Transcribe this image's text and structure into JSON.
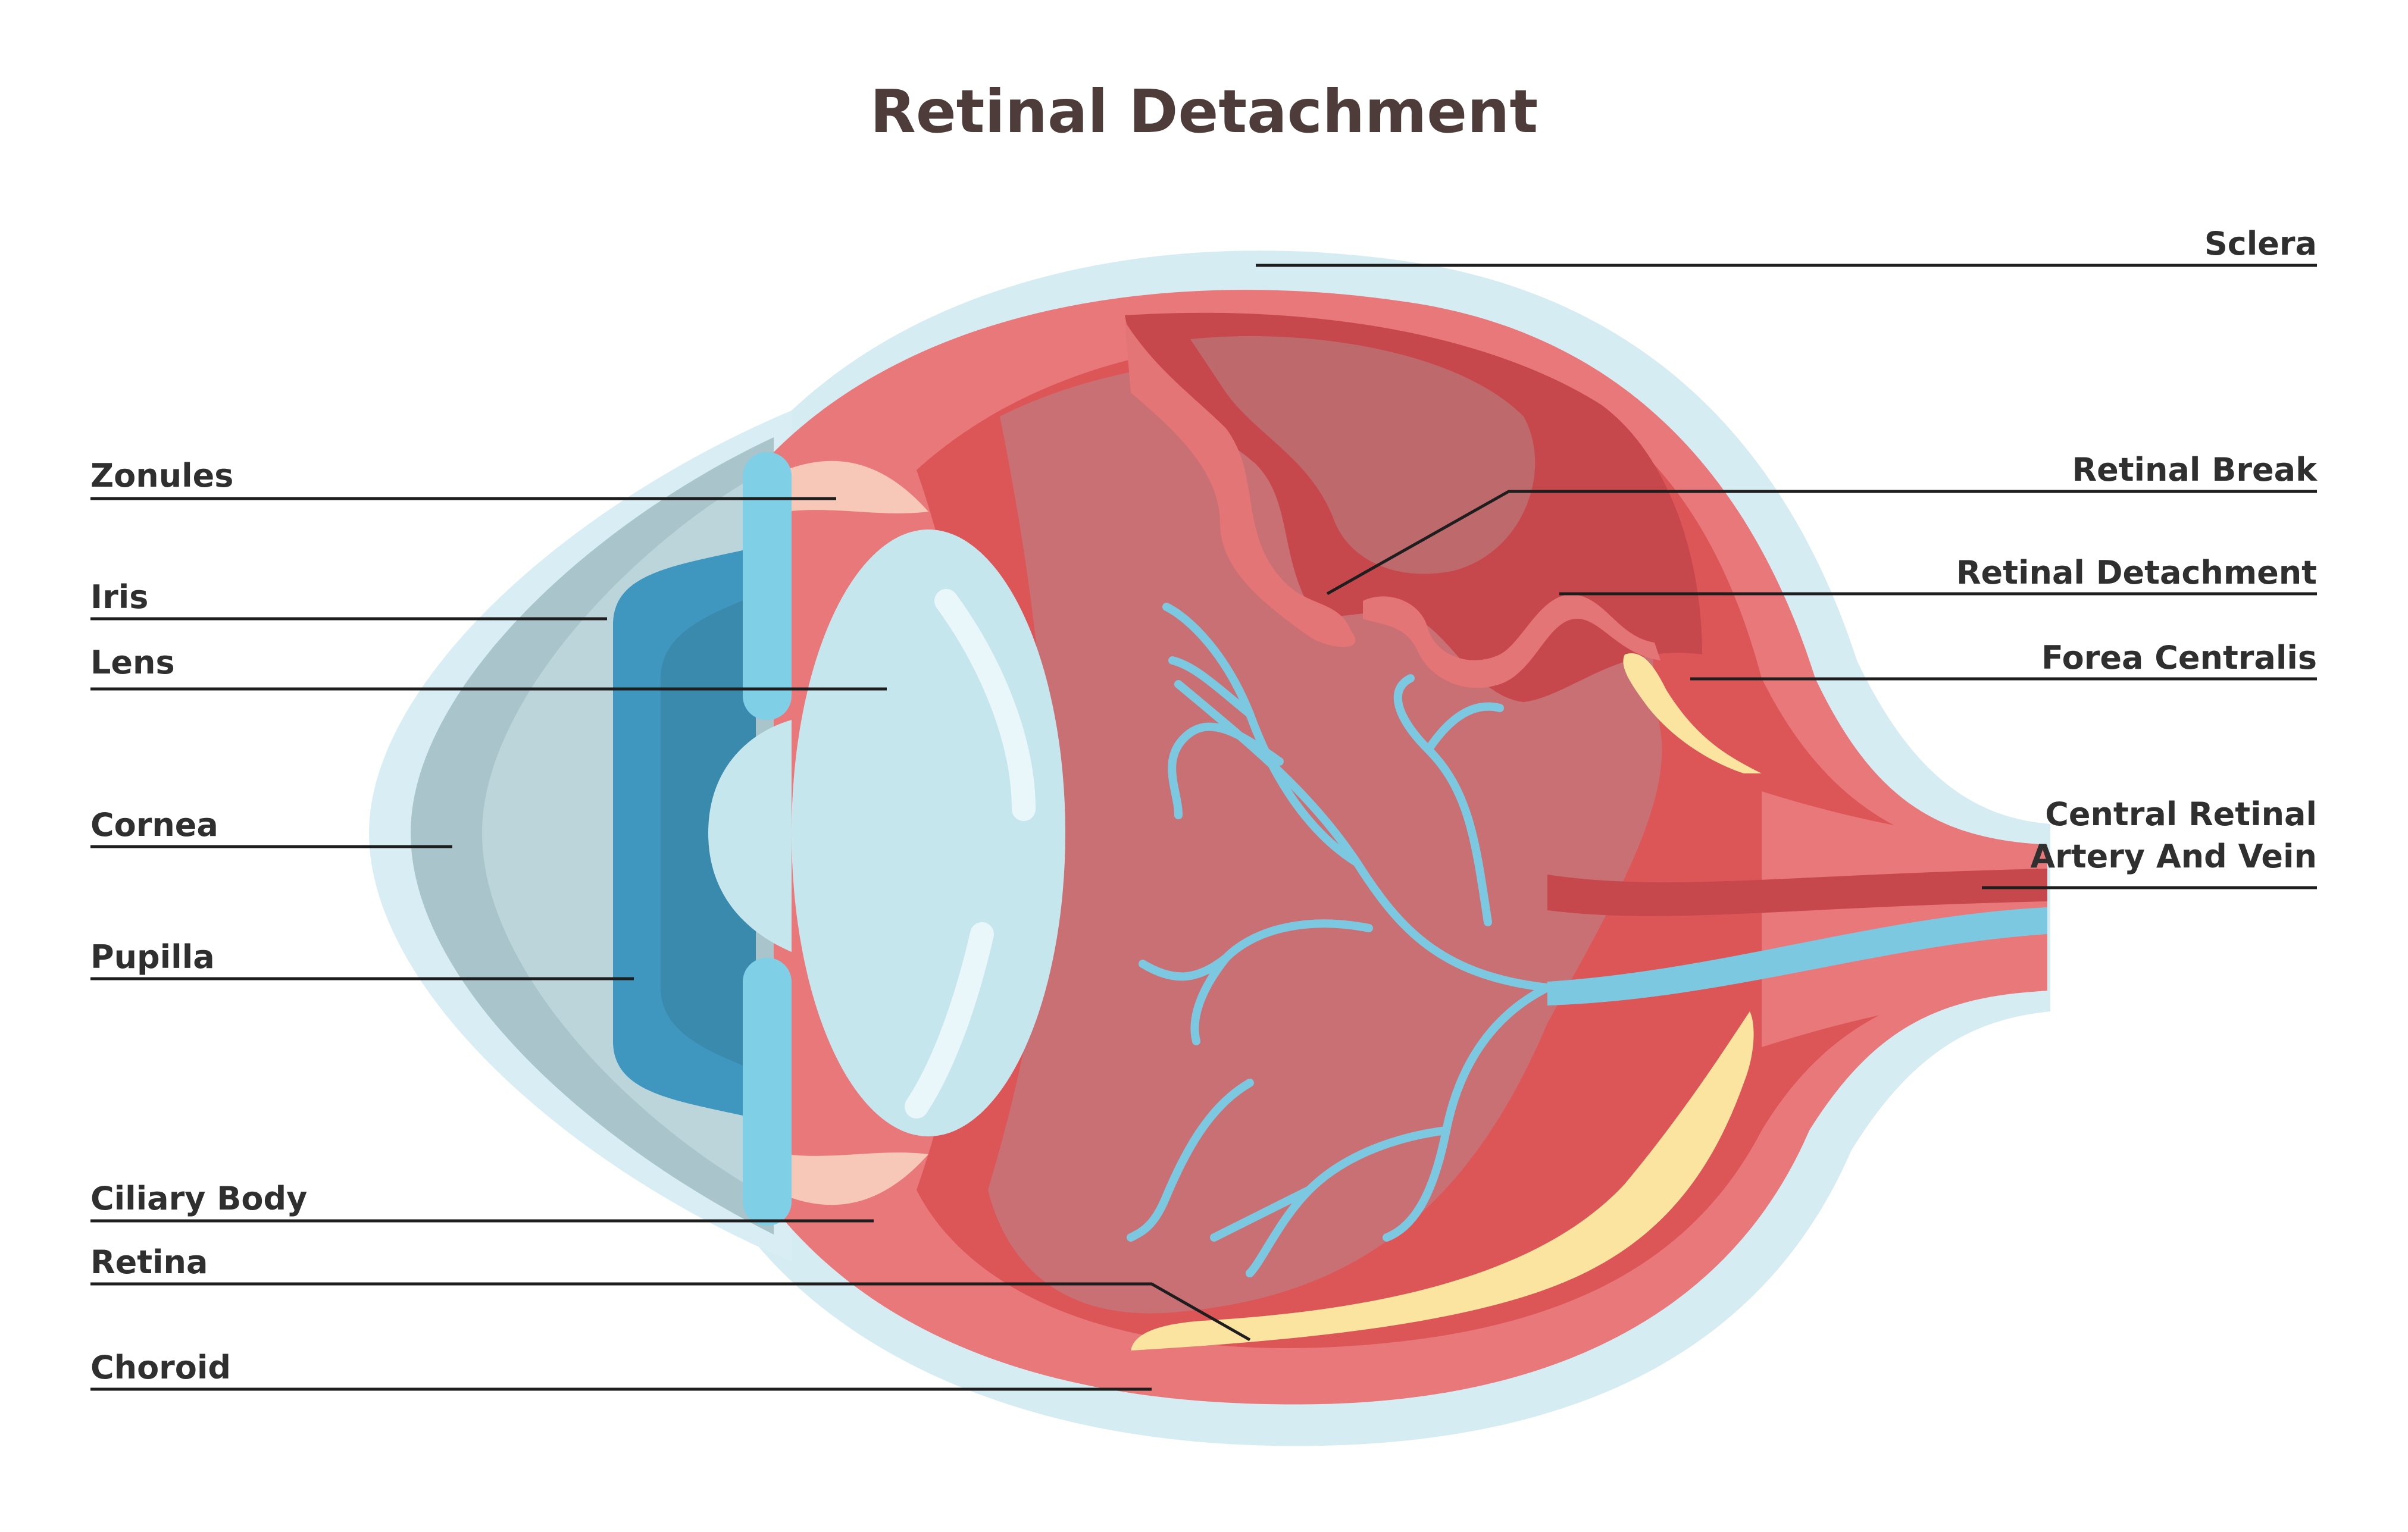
{
  "title": "Retinal Detachment",
  "labels": {
    "sclera": "Sclera",
    "zonules": "Zonules",
    "iris": "Iris",
    "lens": "Lens",
    "cornea": "Cornea",
    "pupilla": "Pupilla",
    "ciliary_body": "Ciliary Body",
    "retina": "Retina",
    "choroid": "Choroid",
    "retinal_break": "Retinal Break",
    "retinal_detachment": "Retinal Detachment",
    "forea_centralis": "Forea Centralis",
    "central_retinal_line1": "Central Retinal",
    "central_retinal_line2": "Artery And Vein"
  },
  "colors": {
    "sclera": "#d6ecf3",
    "choroid": "#e9787a",
    "retina_layer": "#dc5658",
    "vitreous": "#c87073",
    "detached_retina": "#c6484c",
    "iris": "#3f97bf",
    "lens": "#c6e6ee",
    "cornea": "#9fbcc3",
    "ciliary": "#7fcfe6",
    "zonules": "#f7c7b8",
    "vessels": "#7cc8e0",
    "fovea": "#fbe3a0",
    "title": "#4d3c39"
  }
}
